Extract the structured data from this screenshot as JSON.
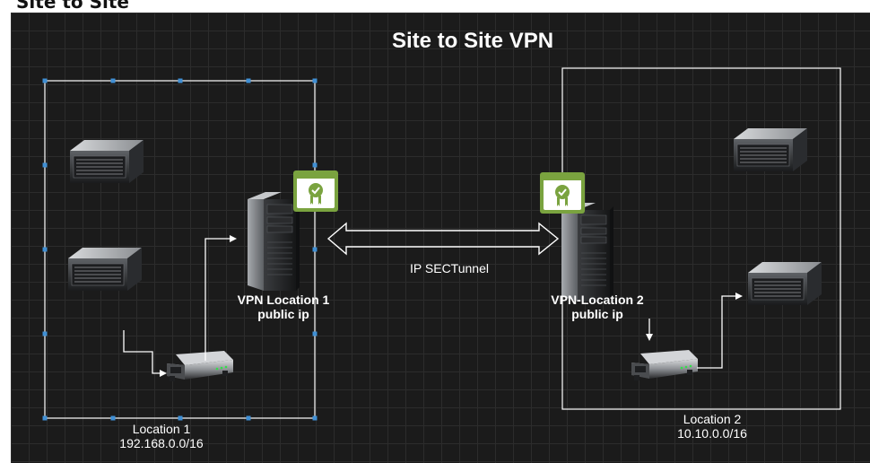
{
  "header": {
    "text": "Site to Site"
  },
  "diagram": {
    "title": "Site to Site VPN",
    "left_site": {
      "vpn_name": "VPN Location 1",
      "vpn_sub": "public ip",
      "location_name": "Location 1",
      "subnet": "192.168.0.0/16"
    },
    "right_site": {
      "vpn_name": "VPN-Location 2",
      "vpn_sub": "public ip",
      "location_name": "Location 2",
      "subnet": "10.10.0.0/16"
    },
    "tunnel_label": "IP SECTunnel"
  },
  "colors": {
    "background": "#1b1b1b",
    "grid": "#2c2c2c",
    "selection_handle": "#3f8fd4",
    "certificate": "#7aa33f",
    "text": "#ffffff"
  },
  "icons": [
    "rack-server-icon",
    "tower-server-icon",
    "certificate-icon",
    "router-icon",
    "double-arrow-icon"
  ]
}
